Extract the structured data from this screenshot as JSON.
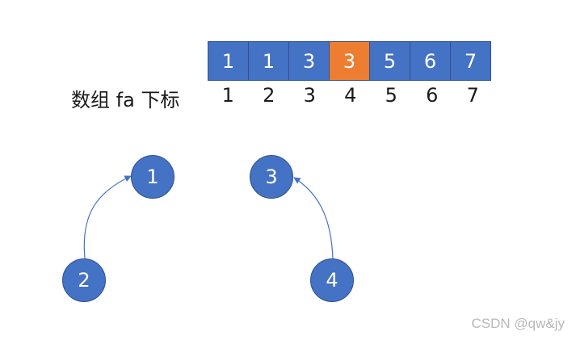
{
  "array": {
    "values": [
      "1",
      "1",
      "3",
      "3",
      "5",
      "6",
      "7"
    ],
    "highlight_index": 3,
    "label": "数组 fa 下标",
    "indices": [
      "1",
      "2",
      "3",
      "4",
      "5",
      "6",
      "7"
    ]
  },
  "tree": {
    "nodes": [
      {
        "id": "n1",
        "label": "1"
      },
      {
        "id": "n2",
        "label": "2"
      },
      {
        "id": "n3",
        "label": "3"
      },
      {
        "id": "n4",
        "label": "4"
      }
    ],
    "edges": [
      {
        "from": "n2",
        "to": "n1"
      },
      {
        "from": "n4",
        "to": "n3"
      }
    ]
  },
  "colors": {
    "node_fill": "#4472c4",
    "highlight_fill": "#ed7d31",
    "edge": "#4472c4"
  },
  "watermark": "CSDN @qw&jy"
}
